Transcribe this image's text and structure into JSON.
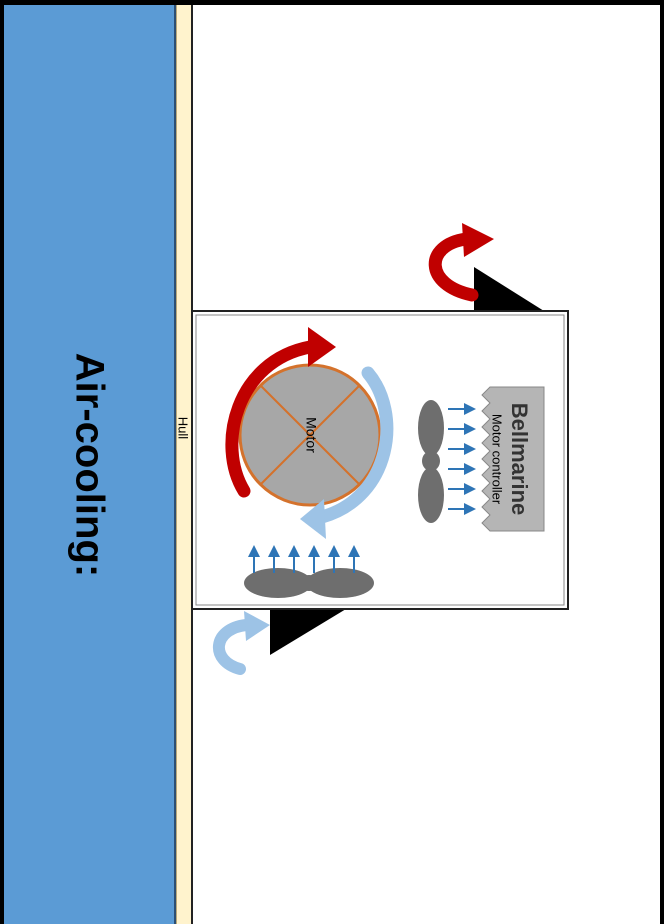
{
  "panel": {
    "title": "Air-cooling:"
  },
  "hull": {
    "label": "Hull"
  },
  "motor": {
    "label": "Motor"
  },
  "controller": {
    "brand": "Bellmarine",
    "label": "Motor controller"
  },
  "colors": {
    "panel_blue": "#5b9bd5",
    "hull_cream": "#fff3cd",
    "motor_gray": "#a7a7a7",
    "motor_outline": "#d4722c",
    "hot_arrow": "#c00000",
    "cool_arrow": "#9dc3e6",
    "airflow_arrow": "#2e75b6",
    "fan_gray": "#6e6e6e",
    "brand_green": "#70ad47"
  }
}
